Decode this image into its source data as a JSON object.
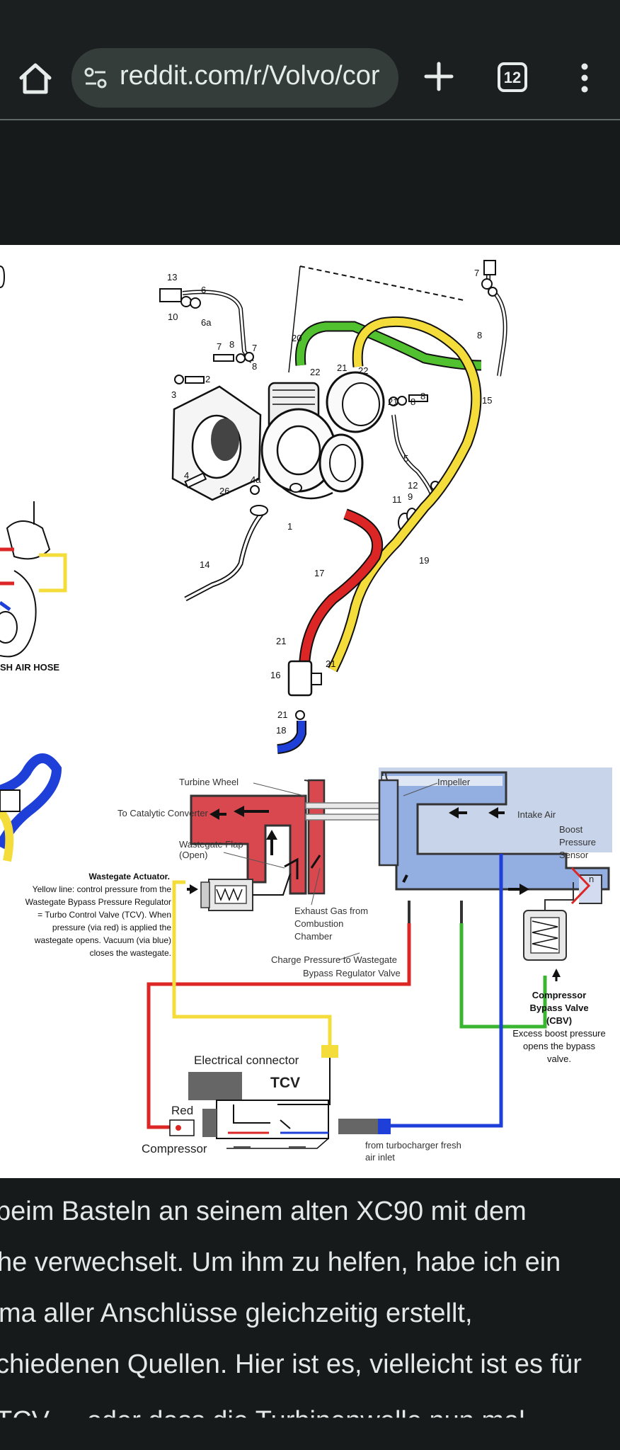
{
  "browser": {
    "url": "reddit.com/r/Volvo/cor",
    "tab_count": "12",
    "icons": [
      "home-icon",
      "site-info-icon",
      "new-tab-icon",
      "tabs-icon",
      "more-icon"
    ]
  },
  "diagram_top": {
    "parts": [
      "13",
      "6",
      "10",
      "6a",
      "7",
      "8",
      "20",
      "22",
      "21",
      "3",
      "2",
      "7",
      "8",
      "8",
      "22",
      "21",
      "8",
      "8",
      "7",
      "15",
      "4",
      "26",
      "4a",
      "5",
      "12",
      "11",
      "9",
      "1",
      "14",
      "19",
      "17",
      "21",
      "16",
      "21",
      "21",
      "18"
    ],
    "side_label": "SH AIR HOSE"
  },
  "diagram_bottom": {
    "turbine_wheel": "Turbine Wheel",
    "impeller": "Impeller",
    "to_catalytic": "To Catalytic Converter",
    "intake_air": "Intake Air",
    "wastegate_flap_1": "Wastegate Flap",
    "wastegate_flap_2": "(Open)",
    "boost_sensor": [
      "Boost",
      "Pressure",
      "Sensor"
    ],
    "wastegate_actuator_title": "Wastegate Actuator.",
    "wastegate_actuator_text": [
      "Yellow line: control pressure from the",
      "Wastegate Bypass Pressure Regulator",
      "= Turbo Control Valve (TCV). When",
      "pressure (via red) is applied the",
      "wastegate opens. Vacuum (via blue)",
      "closes the wastegate."
    ],
    "exhaust_gas": [
      "Exhaust Gas from",
      "Combustion",
      "Chamber"
    ],
    "charge_pressure": [
      "Charge Pressure to Wastegate",
      "Bypass Regulator Valve"
    ],
    "electrical_connector": "Electrical connector",
    "tcv": "TCV",
    "red": "Red",
    "compressor": "Compressor",
    "fresh_air": [
      "from turbocharger fresh",
      "air inlet"
    ],
    "cbv_title": [
      "Compressor",
      "Bypass Valve",
      "(CBV)"
    ],
    "cbv_text": [
      "Excess boost pressure",
      "opens the bypass",
      "valve."
    ],
    "cut_letter": "n"
  },
  "post": {
    "lines": [
      "beim Basteln an seinem alten XC90 mit dem",
      "he verwechselt. Um ihm zu helfen, habe ich ein",
      "ma aller Anschlüsse gleichzeitig erstellt,",
      "chiedenen Quellen. Hier ist es, vielleicht ist es für",
      "TCV ... oder dass die Turbinenwelle nun mal"
    ]
  },
  "colors": {
    "red_line": "#dc2626",
    "yellow_line": "#f4dc3a",
    "blue_line": "#1e3fd8",
    "green_line": "#3ab532",
    "exhaust_housing": "#d94a55",
    "compressor_housing": "#9fb5e0"
  }
}
